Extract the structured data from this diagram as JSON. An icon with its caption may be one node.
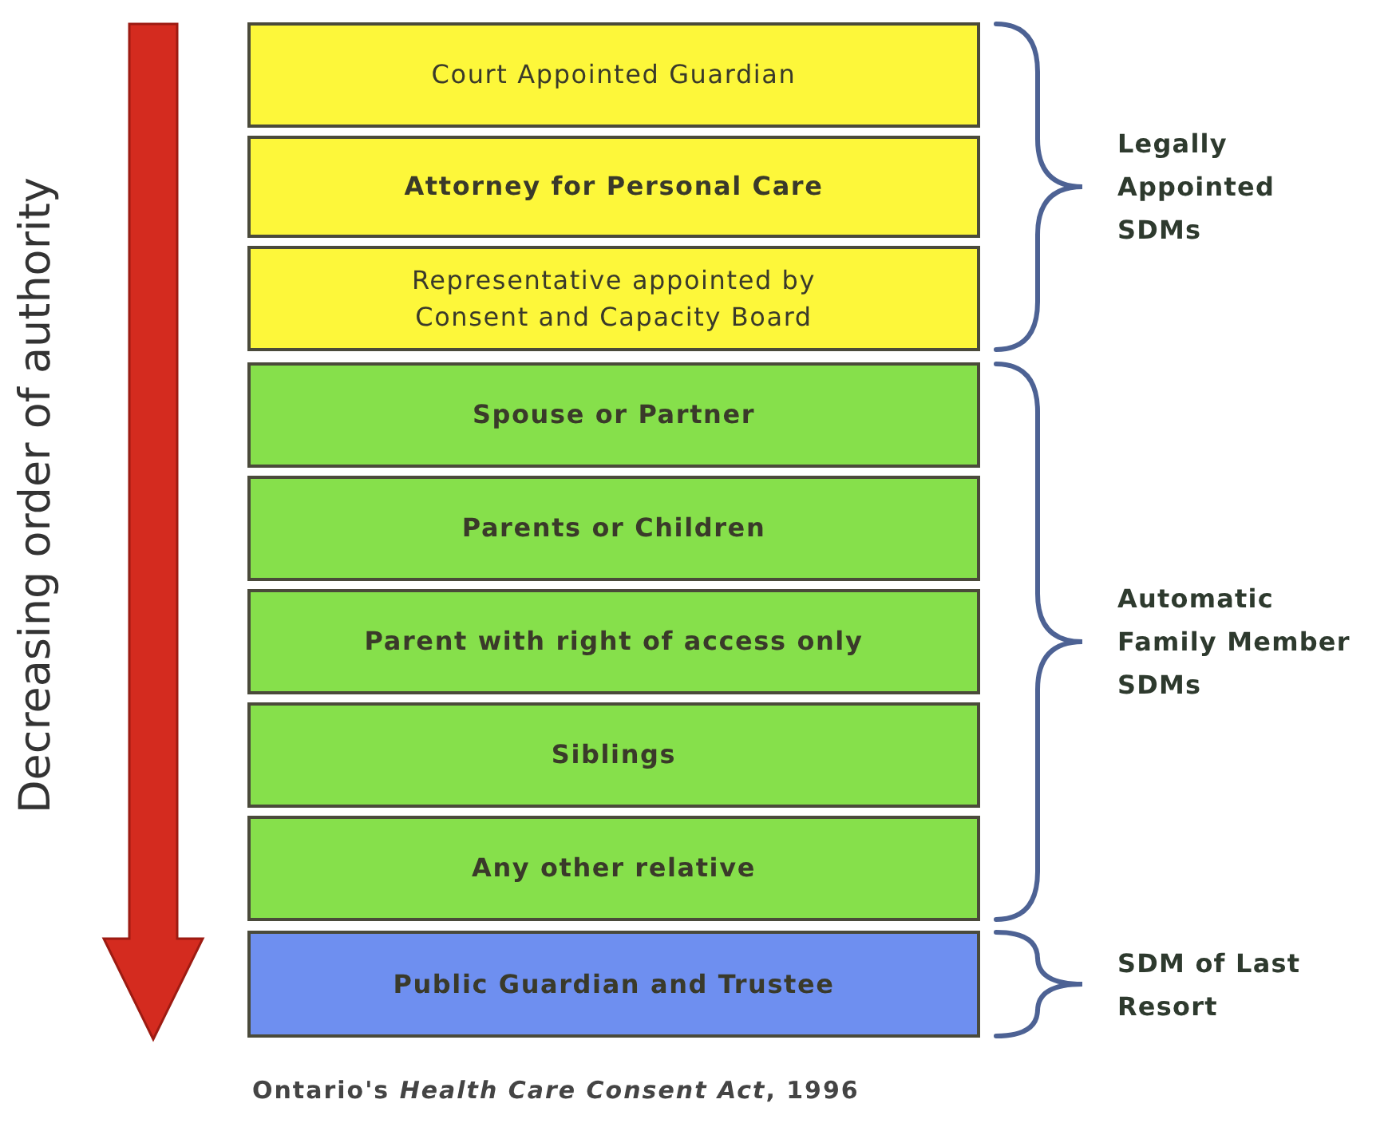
{
  "diagram": {
    "caption": "Ontario's *Health Care Consent Act*, 1996",
    "nodes": [
      {
        "text": [
          "Court Appointed Guardian"
        ]
      },
      {
        "text": [
          "Attorney for Personal Care"
        ]
      },
      {
        "text": [
          "Representative appointed by Consent and Capacity Board"
        ]
      },
      {
        "text": [
          "Spouse or Partner"
        ]
      },
      {
        "text": [
          "Parents or Children"
        ]
      },
      {
        "text": [
          "Parent with right of access only"
        ]
      },
      {
        "text": [
          "Siblings"
        ]
      },
      {
        "text": [
          "Any other relative"
        ]
      },
      {
        "text": [
          "Public Guardian and Trustee"
        ]
      }
    ],
    "labels": [
      "Decreasing order of authority",
      "Legally Appointed SDMs",
      "Automatic Family Member SDMs",
      "SDM of Last Resort"
    ]
  }
}
